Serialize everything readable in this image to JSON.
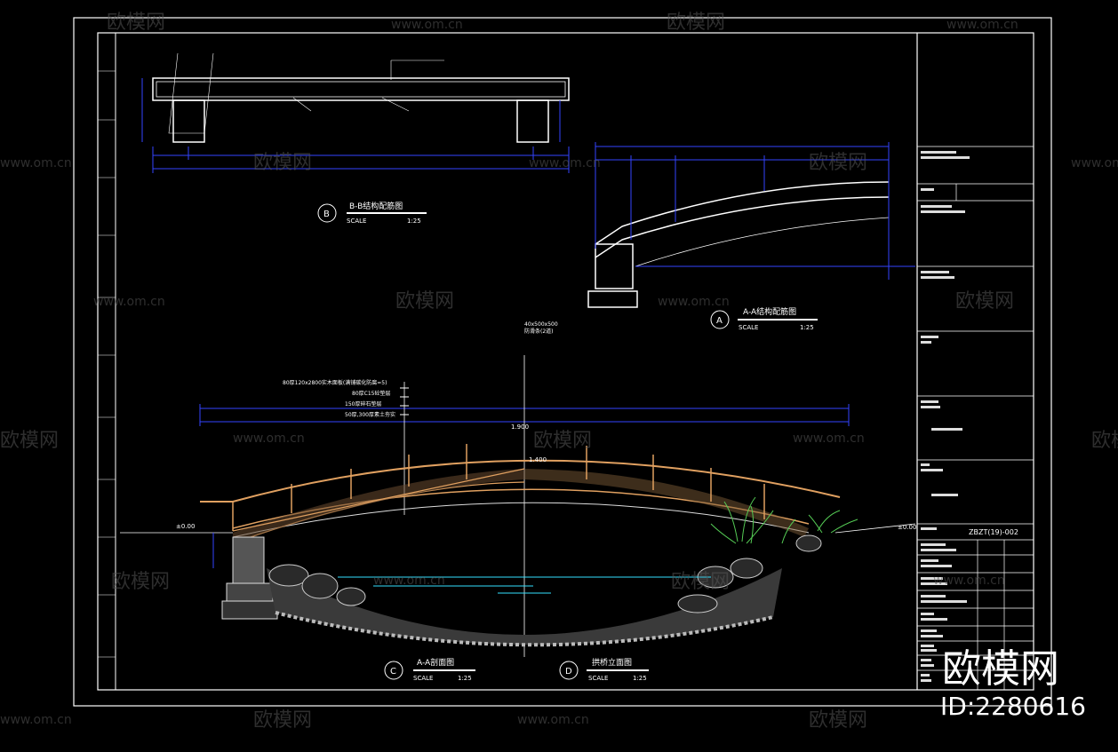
{
  "drawing": {
    "title_bb": "B-B结构配筋图",
    "title_aa": "A-A结构配筋图",
    "title_c": "A-A剖面图",
    "title_d": "拱桥立面图",
    "scale_label": "SCALE",
    "scale_value": "1:25",
    "marker_b": "B",
    "marker_a": "A",
    "marker_c": "C",
    "marker_d": "D",
    "elev_top": "1.900",
    "elev_mid": "1.400",
    "elev_left": "±0.00",
    "elev_right": "±0.00",
    "drawing_no": "ZBZT(19)-002"
  },
  "annotations": {
    "layer1": "80厚120x2800实木面板(满铺碳化防腐=5)",
    "layer2": "80厚C15砼垫层",
    "layer3": "150厚碎石垫层",
    "layer4": "50厚,300厚素土夯实",
    "rebar_note": "40x500x500",
    "rebar_note2": "防滑条(2道)"
  },
  "watermarks": {
    "brand": "欧模网",
    "site": "www.om.cn",
    "id": "ID:2280616"
  },
  "colors": {
    "background": "#000000",
    "frame": "#ffffff",
    "dimension": "#3344ff",
    "annotation": "#55ff55",
    "bridge": "#e0a060",
    "water": "#33e0ff"
  }
}
